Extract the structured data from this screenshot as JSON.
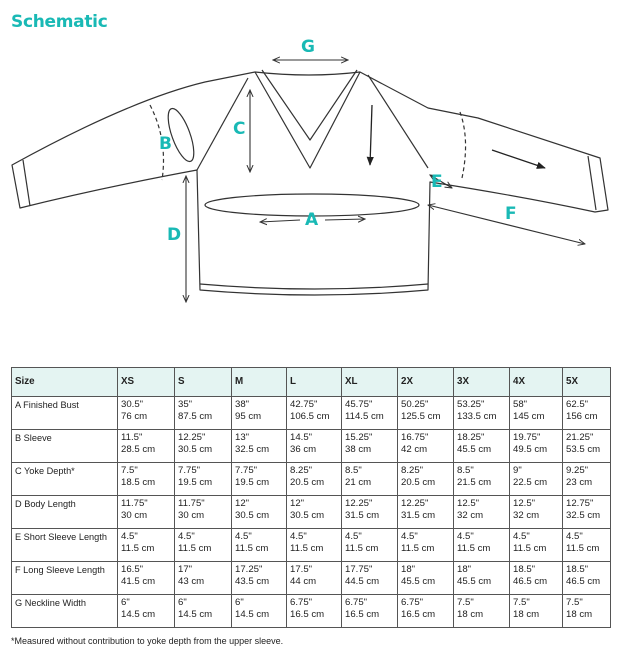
{
  "title": "Schematic",
  "labels": {
    "a": "A",
    "b": "B",
    "c": "C",
    "d": "D",
    "e": "E",
    "f": "F",
    "g": "G"
  },
  "table": {
    "headers": [
      "Size",
      "XS",
      "S",
      "M",
      "L",
      "XL",
      "2X",
      "3X",
      "4X",
      "5X"
    ],
    "rows": [
      {
        "label": "A Finished Bust",
        "cells": [
          [
            "30.5\"",
            "76 cm"
          ],
          [
            "35\"",
            "87.5 cm"
          ],
          [
            "38\"",
            "95 cm"
          ],
          [
            "42.75\"",
            "106.5 cm"
          ],
          [
            "45.75\"",
            "114.5 cm"
          ],
          [
            "50.25\"",
            "125.5 cm"
          ],
          [
            "53.25\"",
            "133.5 cm"
          ],
          [
            "58\"",
            "145 cm"
          ],
          [
            "62.5\"",
            "156 cm"
          ]
        ]
      },
      {
        "label": "B Sleeve",
        "cells": [
          [
            "11.5\"",
            "28.5 cm"
          ],
          [
            "12.25\"",
            "30.5 cm"
          ],
          [
            "13\"",
            "32.5 cm"
          ],
          [
            "14.5\"",
            "36 cm"
          ],
          [
            "15.25\"",
            "38 cm"
          ],
          [
            "16.75\"",
            "42 cm"
          ],
          [
            "18.25\"",
            "45.5 cm"
          ],
          [
            "19.75\"",
            "49.5 cm"
          ],
          [
            "21.25\"",
            "53.5 cm"
          ]
        ]
      },
      {
        "label": "C Yoke Depth*",
        "cells": [
          [
            "7.5\"",
            "18.5 cm"
          ],
          [
            "7.75\"",
            "19.5 cm"
          ],
          [
            "7.75\"",
            "19.5 cm"
          ],
          [
            "8.25\"",
            "20.5 cm"
          ],
          [
            "8.5\"",
            "21 cm"
          ],
          [
            "8.25\"",
            "20.5 cm"
          ],
          [
            "8.5\"",
            "21.5 cm"
          ],
          [
            "9\"",
            "22.5 cm"
          ],
          [
            "9.25\"",
            "23 cm"
          ]
        ]
      },
      {
        "label": "D Body Length",
        "cells": [
          [
            "11.75\"",
            "30 cm"
          ],
          [
            "11.75\"",
            "30 cm"
          ],
          [
            "12\"",
            "30.5 cm"
          ],
          [
            "12\"",
            "30.5 cm"
          ],
          [
            "12.25\"",
            "31.5 cm"
          ],
          [
            "12.25\"",
            "31.5 cm"
          ],
          [
            "12.5\"",
            "32 cm"
          ],
          [
            "12.5\"",
            "32 cm"
          ],
          [
            "12.75\"",
            "32.5 cm"
          ]
        ]
      },
      {
        "label": "E Short Sleeve Length",
        "cells": [
          [
            "4.5\"",
            "11.5 cm"
          ],
          [
            "4.5\"",
            "11.5 cm"
          ],
          [
            "4.5\"",
            "11.5 cm"
          ],
          [
            "4.5\"",
            "11.5 cm"
          ],
          [
            "4.5\"",
            "11.5 cm"
          ],
          [
            "4.5\"",
            "11.5 cm"
          ],
          [
            "4.5\"",
            "11.5 cm"
          ],
          [
            "4.5\"",
            "11.5 cm"
          ],
          [
            "4.5\"",
            "11.5 cm"
          ]
        ]
      },
      {
        "label": "F Long Sleeve Length",
        "cells": [
          [
            "16.5\"",
            "41.5 cm"
          ],
          [
            "17\"",
            "43 cm"
          ],
          [
            "17.25\"",
            "43.5 cm"
          ],
          [
            "17.5\"",
            "44 cm"
          ],
          [
            "17.75\"",
            "44.5 cm"
          ],
          [
            "18\"",
            "45.5 cm"
          ],
          [
            "18\"",
            "45.5 cm"
          ],
          [
            "18.5\"",
            "46.5 cm"
          ],
          [
            "18.5\"",
            "46.5 cm"
          ]
        ]
      },
      {
        "label": "G Neckline Width",
        "cells": [
          [
            "6\"",
            "14.5 cm"
          ],
          [
            "6\"",
            "14.5 cm"
          ],
          [
            "6\"",
            "14.5 cm"
          ],
          [
            "6.75\"",
            "16.5 cm"
          ],
          [
            "6.75\"",
            "16.5 cm"
          ],
          [
            "6.75\"",
            "16.5 cm"
          ],
          [
            "7.5\"",
            "18 cm"
          ],
          [
            "7.5\"",
            "18 cm"
          ],
          [
            "7.5\"",
            "18 cm"
          ]
        ]
      }
    ]
  },
  "footnote": "*Measured without contribution to yoke depth from the upper sleeve.",
  "colors": {
    "accent": "#19b9b5",
    "header_bg": "#e4f4f2"
  }
}
